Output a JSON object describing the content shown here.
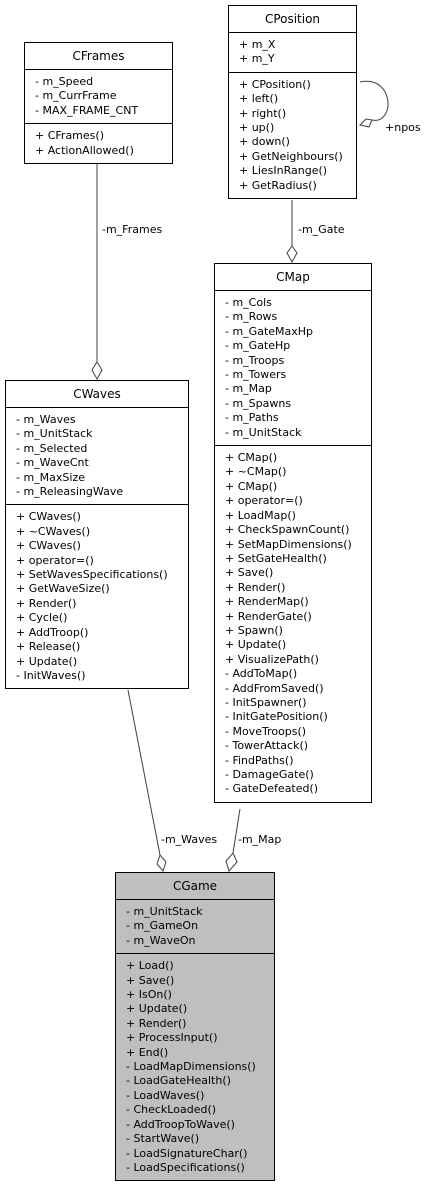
{
  "classes": {
    "cposition": {
      "name": "CPosition",
      "attributes": [
        "+ m_X",
        "+ m_Y"
      ],
      "methods": [
        "+ CPosition()",
        "+ left()",
        "+ right()",
        "+ up()",
        "+ down()",
        "+ GetNeighbours()",
        "+ LiesInRange()",
        "+ GetRadius()"
      ]
    },
    "cframes": {
      "name": "CFrames",
      "attributes": [
        "- m_Speed",
        "- m_CurrFrame",
        "- MAX_FRAME_CNT"
      ],
      "methods": [
        "+ CFrames()",
        "+ ActionAllowed()"
      ]
    },
    "cmap": {
      "name": "CMap",
      "attributes": [
        "- m_Cols",
        "- m_Rows",
        "- m_GateMaxHp",
        "- m_GateHp",
        "- m_Troops",
        "- m_Towers",
        "- m_Map",
        "- m_Spawns",
        "- m_Paths",
        "- m_UnitStack"
      ],
      "methods": [
        "+ CMap()",
        "+ ~CMap()",
        "+ CMap()",
        "+ operator=()",
        "+ LoadMap()",
        "+ CheckSpawnCount()",
        "+ SetMapDimensions()",
        "+ SetGateHealth()",
        "+ Save()",
        "+ Render()",
        "+ RenderMap()",
        "+ RenderGate()",
        "+ Spawn()",
        "+ Update()",
        "+ VisualizePath()",
        "- AddToMap()",
        "- AddFromSaved()",
        "- InitSpawner()",
        "- InitGatePosition()",
        "- MoveTroops()",
        "- TowerAttack()",
        "- FindPaths()",
        "- DamageGate()",
        "- GateDefeated()"
      ]
    },
    "cwaves": {
      "name": "CWaves",
      "attributes": [
        "- m_Waves",
        "- m_UnitStack",
        "- m_Selected",
        "- m_WaveCnt",
        "- m_MaxSize",
        "- m_ReleasingWave"
      ],
      "methods": [
        "+ CWaves()",
        "+ ~CWaves()",
        "+ CWaves()",
        "+ operator=()",
        "+ SetWavesSpecifications()",
        "+ GetWaveSize()",
        "+ Render()",
        "+ Cycle()",
        "+ AddTroop()",
        "+ Release()",
        "+ Update()",
        "- InitWaves()"
      ]
    },
    "cgame": {
      "name": "CGame",
      "attributes": [
        "- m_UnitStack",
        "- m_GameOn",
        "- m_WaveOn"
      ],
      "methods": [
        "+ Load()",
        "+ Save()",
        "+ IsOn()",
        "+ Update()",
        "+ Render()",
        "+ ProcessInput()",
        "+ End()",
        "- LoadMapDimensions()",
        "- LoadGateHealth()",
        "- LoadWaves()",
        "- CheckLoaded()",
        "- AddTroopToWave()",
        "- StartWave()",
        "- LoadSignatureChar()",
        "- LoadSpecifications()"
      ]
    }
  },
  "edges": {
    "npos": "+npos",
    "gate": "-m_Gate",
    "frames": "-m_Frames",
    "waves": "-m_Waves",
    "map": "-m_Map"
  },
  "colors": {
    "highlight": "#bfbfbf",
    "line": "#404040"
  }
}
